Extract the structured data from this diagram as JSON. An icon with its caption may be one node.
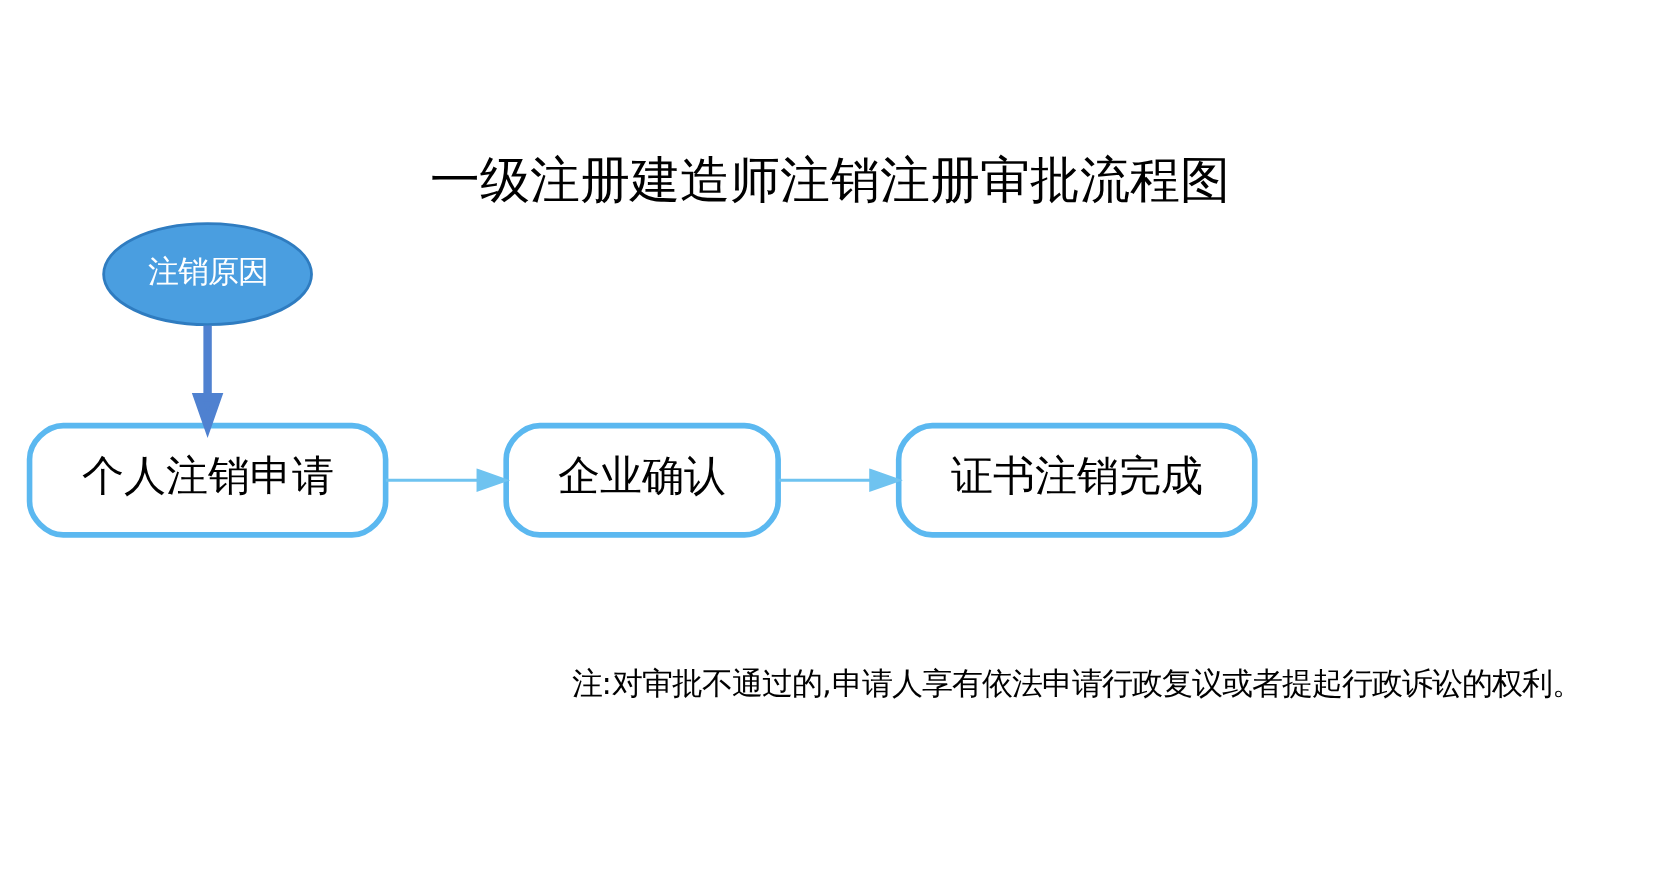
{
  "diagram": {
    "title": "一级注册建造师注销注册审批流程图",
    "nodes": [
      {
        "text": [
          "注销原因"
        ]
      },
      {
        "text": [
          "个人注销申请"
        ]
      },
      {
        "text": [
          "企业确认"
        ]
      },
      {
        "text": [
          "证书注销完成"
        ]
      }
    ],
    "edges": [
      {
        "from": 0,
        "to": 1,
        "arrow": "to",
        "style": "thick",
        "color": "#4f81d0"
      },
      {
        "from": 1,
        "to": 2,
        "arrow": "to"
      },
      {
        "from": 2,
        "to": 3,
        "arrow": "to"
      }
    ],
    "labels": [
      "注:对审批不通过的,申请人享有依法申请行政复议或者提起行政诉讼的权利。"
    ]
  }
}
